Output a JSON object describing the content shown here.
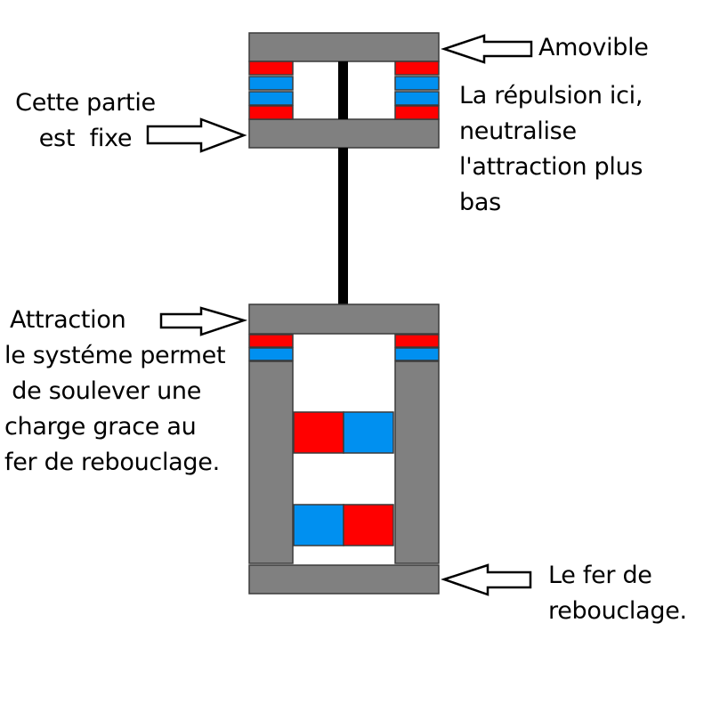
{
  "colors": {
    "steel": "#808080",
    "steel_outline": "#3a3a3a",
    "magnet_north": "#ff0000",
    "magnet_south": "#0090f0",
    "rod": "#000000",
    "arrow_fill": "#ffffff",
    "arrow_stroke": "#000000",
    "text": "#000000"
  },
  "labels": {
    "removable": "Amovible",
    "fixed_part": [
      "Cette partie",
      "est  fixe"
    ],
    "repulsion_note": [
      "La répulsion ici,",
      "neutralise",
      "l'attraction plus",
      "bas"
    ],
    "attraction_note": [
      "Attraction",
      "le systéme permet",
      " de soulever une",
      "charge grace au",
      "fer de rebouclage."
    ],
    "return_iron": [
      "Le fer de",
      "rebouclage."
    ]
  },
  "icons": {
    "arrow": "hollow-block-arrow-icon"
  }
}
